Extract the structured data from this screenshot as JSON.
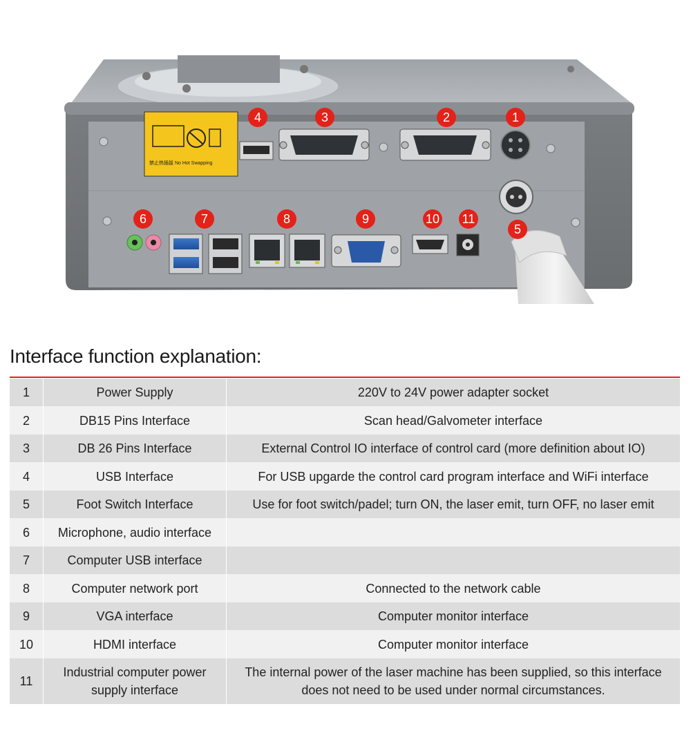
{
  "photo": {
    "markers": [
      "1",
      "2",
      "3",
      "4",
      "5",
      "6",
      "7",
      "8",
      "9",
      "10",
      "11"
    ],
    "warning_label": "禁止热插拔 No Hot Swapping"
  },
  "title": "Interface function explanation:",
  "table": {
    "rows": [
      {
        "num": "1",
        "name": "Power Supply",
        "desc": "220V to 24V power adapter socket"
      },
      {
        "num": "2",
        "name": "DB15 Pins Interface",
        "desc": "Scan head/Galvometer interface"
      },
      {
        "num": "3",
        "name": "DB 26 Pins Interface",
        "desc": "External Control IO interface of control card (more definition about IO)"
      },
      {
        "num": "4",
        "name": "USB Interface",
        "desc": "For USB upgarde the control card program interface and WiFi interface"
      },
      {
        "num": "5",
        "name": "Foot Switch Interface",
        "desc": "Use for foot switch/padel; turn ON, the laser emit, turn OFF, no laser emit"
      },
      {
        "num": "6",
        "name": "Microphone, audio interface",
        "desc": ""
      },
      {
        "num": "7",
        "name": "Computer USB interface",
        "desc": ""
      },
      {
        "num": "8",
        "name": "Computer network port",
        "desc": "Connected to the network cable"
      },
      {
        "num": "9",
        "name": "VGA interface",
        "desc": "Computer monitor interface"
      },
      {
        "num": "10",
        "name": "HDMI interface",
        "desc": "Computer monitor interface"
      },
      {
        "num": "11",
        "name": "Industrial computer power supply interface",
        "desc": "The internal power of the laser machine has been supplied, so this interface does not need to be used under normal circumstances."
      }
    ]
  }
}
